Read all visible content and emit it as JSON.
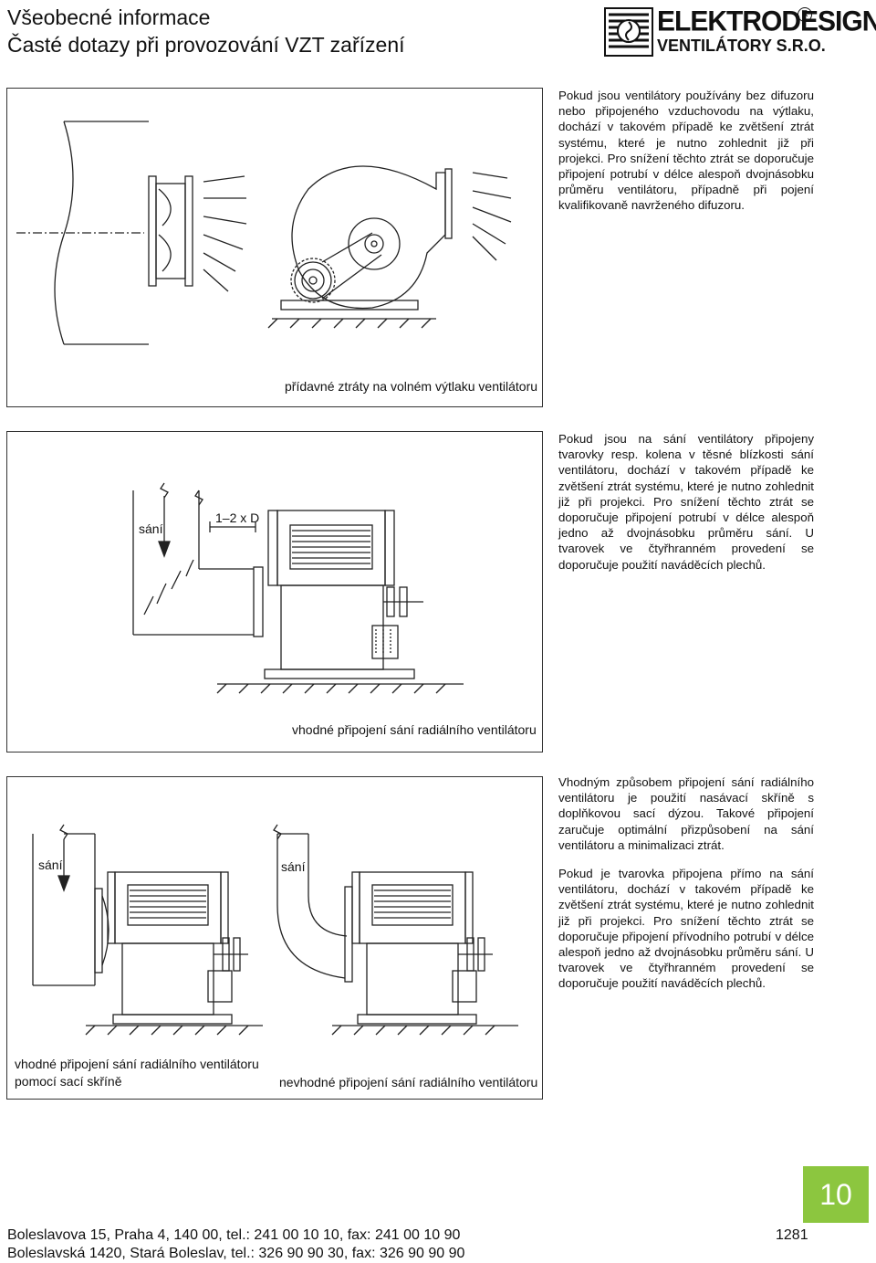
{
  "header": {
    "title_line1": "Všeobecné informace",
    "title_line2": "Časté dotazy při provozování VZT zařízení"
  },
  "logo": {
    "name": "ELEKTRODESIGN",
    "sub": "VENTILÁTORY S.R.O.",
    "registered": "R"
  },
  "section1": {
    "caption": "přídavné ztráty na volném výtlaku ventilátoru",
    "text": "Pokud jsou ventilátory používány bez difuzoru nebo připojeného vzduchovodu na výtlaku, dochází v takovém případě ke zvětšení ztrát systému, které je nutno zohlednit již při projekci. Pro snížení těchto ztrát se doporučuje připojení potrubí v délce alespoň dvojnásobku průměru ventilátoru, případně při pojení kvalifikovaně navrženého difuzoru."
  },
  "section2": {
    "caption": "vhodné připojení sání radiálního ventilátoru",
    "label_intake": "sání",
    "label_dim": "1–2 x D",
    "text": "Pokud jsou na sání ventilátory připojeny tvarovky resp. kolena v těsné blízkosti sání ventilátoru, dochází v takovém případě ke zvětšení ztrát systému, které je nutno zohlednit již při projekci. Pro snížení těchto ztrát se doporučuje připojení potrubí v délce alespoň jedno až dvojnásobku průměru sání. U tvarovek ve čtyřhranném provedení se doporučuje použití naváděcích plechů."
  },
  "section3": {
    "caption_left": "vhodné připojení sání radiálního ventilátoru pomocí sací skříně",
    "caption_right": "nevhodné připojení sání radiálního ventilátoru",
    "label_intake_left": "sání",
    "label_intake_right": "sání",
    "text1": "Vhodným způsobem připojení sání radiálního ventilátoru je použití nasávací skříně s doplňkovou sací dýzou. Takové připojení zaručuje optimální přizpůsobení na sání ventilátoru a minimalizaci ztrát.",
    "text2": "Pokud je tvarovka připojena přímo na sání ventilátoru, dochází v takovém případě ke zvětšení ztrát systému, které je nutno zohlednit již při projekci. Pro snížení těchto ztrát se doporučuje připojení přívodního potrubí v délce alespoň jedno až dvojnásobku průměru sání. U tvarovek ve čtyřhranném provedení se doporučuje použití naváděcích plechů."
  },
  "badge": "10",
  "page_number": "1281",
  "footer": {
    "line1": "Boleslavova 15, Praha 4, 140 00, tel.: 241 00 10 10, fax: 241 00 10 90",
    "line2": "Boleslavská 1420, Stará Boleslav, tel.: 326 90 90 30, fax: 326 90 90 90"
  },
  "colors": {
    "badge": "#8cc63f",
    "line": "#222222"
  }
}
